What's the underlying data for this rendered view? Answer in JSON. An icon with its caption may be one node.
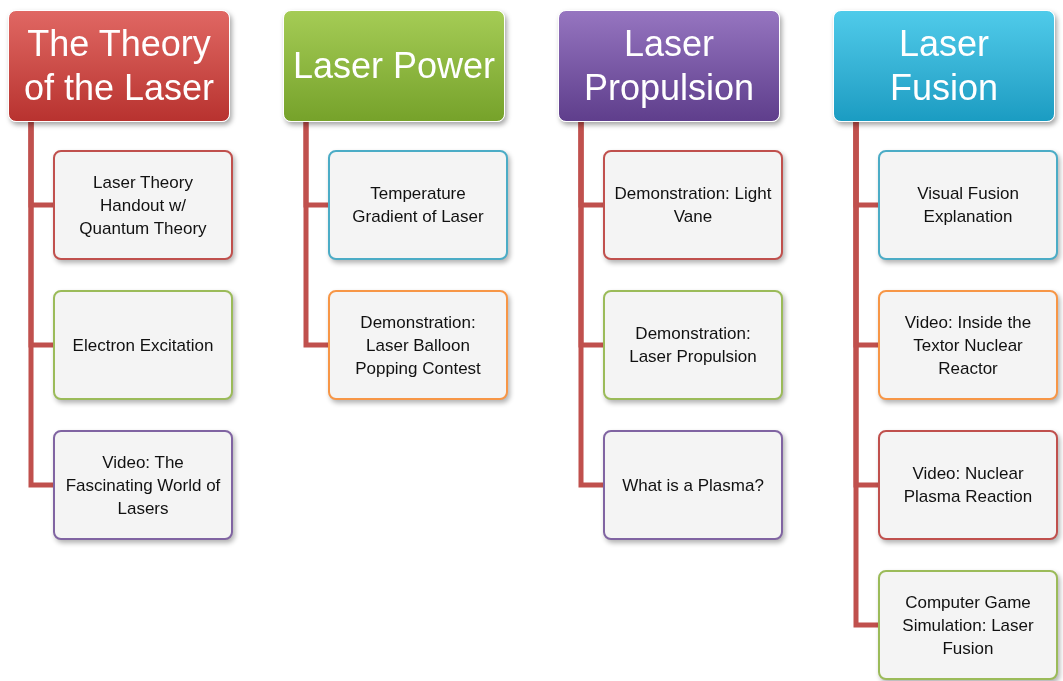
{
  "diagram": {
    "nodes": [
      {
        "text": [
          "The Theory of the Laser"
        ]
      },
      {
        "text": [
          "Laser Theory Handout w/ Quantum Theory"
        ]
      },
      {
        "text": [
          "Electron Excitation"
        ]
      },
      {
        "text": [
          "Video: The Fascinating World of Lasers"
        ]
      },
      {
        "text": [
          "Laser Power"
        ]
      },
      {
        "text": [
          "Temperature Gradient of Laser"
        ]
      },
      {
        "text": [
          "Demonstration: Laser Balloon Popping Contest"
        ]
      },
      {
        "text": [
          "Laser Propulsion"
        ]
      },
      {
        "text": [
          "Demonstration: Light Vane"
        ]
      },
      {
        "text": [
          "Demonstration: Laser Propulsion"
        ]
      },
      {
        "text": [
          "What is a Plasma?"
        ]
      },
      {
        "text": [
          "Laser Fusion"
        ]
      },
      {
        "text": [
          "Visual Fusion Explanation"
        ]
      },
      {
        "text": [
          "Video: Inside the Textor Nuclear Reactor"
        ]
      },
      {
        "text": [
          "Video: Nuclear Plasma Reaction"
        ]
      },
      {
        "text": [
          "Computer Game Simulation: Laser Fusion"
        ]
      }
    ],
    "edges": [
      {
        "from": 0,
        "to": 1,
        "arrow": "none"
      },
      {
        "from": 0,
        "to": 2,
        "arrow": "none"
      },
      {
        "from": 0,
        "to": 3,
        "arrow": "none"
      },
      {
        "from": 4,
        "to": 5,
        "arrow": "none"
      },
      {
        "from": 4,
        "to": 6,
        "arrow": "none"
      },
      {
        "from": 7,
        "to": 8,
        "arrow": "none"
      },
      {
        "from": 7,
        "to": 9,
        "arrow": "none"
      },
      {
        "from": 7,
        "to": 10,
        "arrow": "none"
      },
      {
        "from": 11,
        "to": 12,
        "arrow": "none"
      },
      {
        "from": 11,
        "to": 13,
        "arrow": "none"
      },
      {
        "from": 11,
        "to": 14,
        "arrow": "none"
      },
      {
        "from": 11,
        "to": 15,
        "arrow": "none"
      }
    ]
  }
}
